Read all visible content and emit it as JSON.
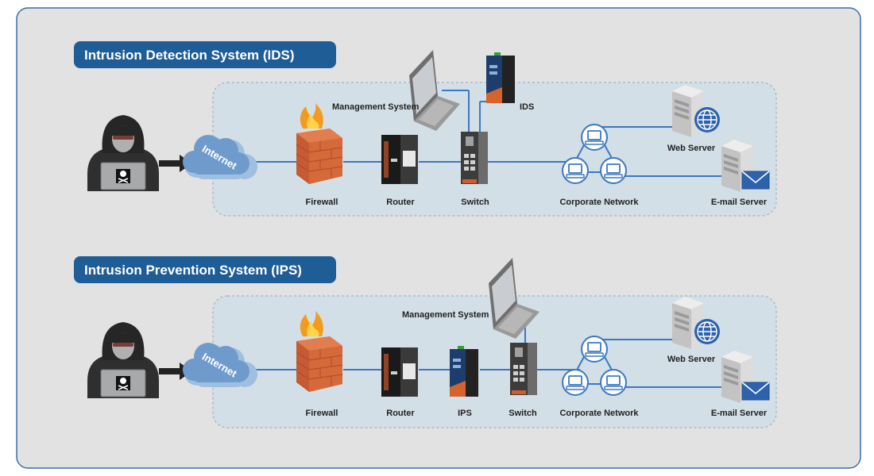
{
  "colors": {
    "panel_bg": "#e2e2e2",
    "panel_border": "#3a6ea5",
    "zone_bg": "#d3dfe7",
    "zone_border": "#9ab3c6",
    "title_bg": "#1f5d96",
    "link": "#3b78c2",
    "firewall": "#d4693a"
  },
  "ids": {
    "title": "Intrusion Detection System (IDS)",
    "management": "Management System",
    "ids": "IDS",
    "firewall": "Firewall",
    "router": "Router",
    "switch": "Switch",
    "corporate": "Corporate Network",
    "web": "Web Server",
    "email": "E-mail Server",
    "internet": "Internet"
  },
  "ips": {
    "title": "Intrusion Prevention System (IPS)",
    "management": "Management System",
    "ips": "IPS",
    "firewall": "Firewall",
    "router": "Router",
    "switch": "Switch",
    "corporate": "Corporate Network",
    "web": "Web Server",
    "email": "E-mail Server",
    "internet": "Internet"
  },
  "icons": [
    "hacker-icon",
    "arrow-icon",
    "internet-cloud-icon",
    "firewall-icon",
    "router-icon",
    "switch-icon",
    "ids-appliance-icon",
    "laptop-icon",
    "corporate-network-icon",
    "web-server-icon",
    "email-server-icon"
  ]
}
